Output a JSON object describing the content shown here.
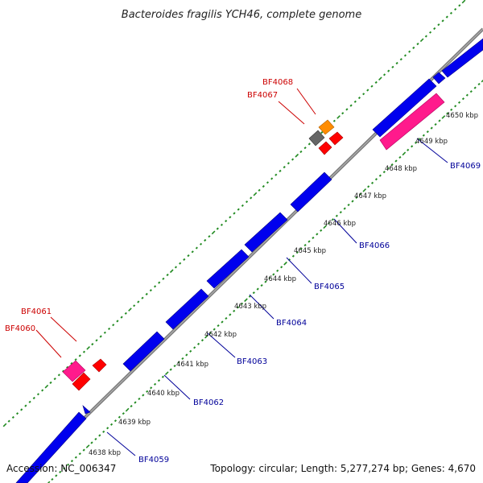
{
  "title": "Bacteroides fragilis YCH46, complete genome",
  "footer": {
    "accession": "Accession: NC_006347",
    "summary": "Topology: circular; Length: 5,277,274 bp; Genes: 4,670"
  },
  "colors": {
    "background": "#ffffff",
    "backbone": "#808080",
    "tick": "#228b22",
    "gene_forward_label": "#cc0000",
    "gene_reverse_label": "#000099",
    "kbp_label": "#222222"
  },
  "kbp_labels": [
    "4638 kbp",
    "4639 kbp",
    "4640 kbp",
    "4641 kbp",
    "4642 kbp",
    "4643 kbp",
    "4644 kbp",
    "4645 kbp",
    "4646 kbp",
    "4647 kbp",
    "4648 kbp",
    "4649 kbp",
    "4650 kbp"
  ],
  "forward_gene_labels": [
    "BF4061",
    "BF4060",
    "BF4068",
    "BF4067"
  ],
  "reverse_gene_labels": [
    "BF4059",
    "BF4062",
    "BF4063",
    "BF4064",
    "BF4065",
    "BF4066",
    "BF4069"
  ]
}
